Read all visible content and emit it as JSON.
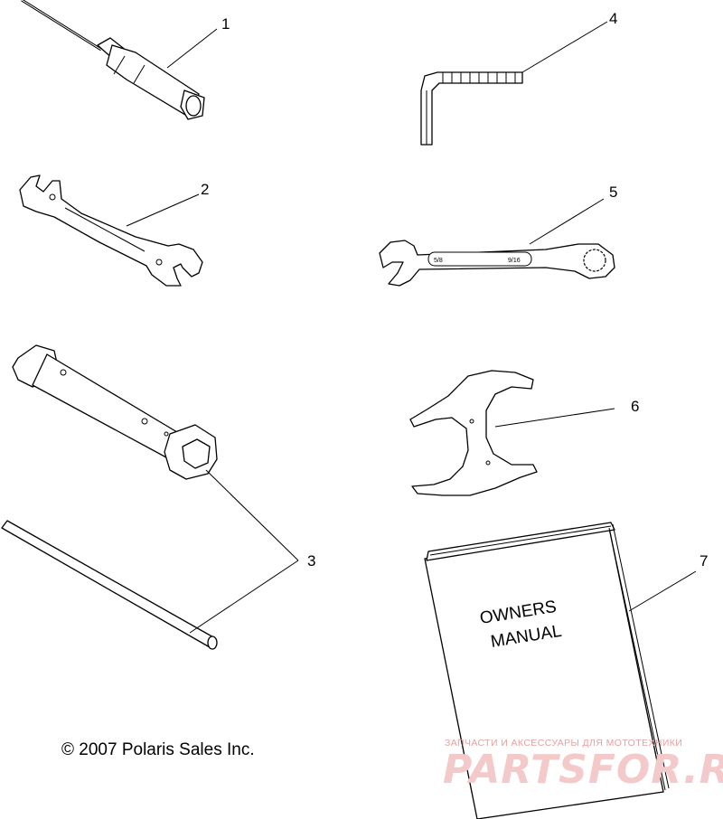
{
  "callouts": {
    "n1": "1",
    "n2": "2",
    "n3": "3",
    "n4": "4",
    "n5": "5",
    "n6": "6",
    "n7": "7"
  },
  "wrench5_labels": {
    "left": "5/8",
    "right": "9/16"
  },
  "manual": {
    "line1": "OWNERS",
    "line2": "MANUAL"
  },
  "copyright": "© 2007 Polaris Sales Inc.",
  "watermark": {
    "tagline": "ЗАПЧАСТИ И АКСЕССУАРЫ ДЛЯ МОТОТЕХНИКИ",
    "brand": "PARTSFOR.RU"
  },
  "colors": {
    "line": "#000000",
    "watermark": "#e8a0a0"
  }
}
